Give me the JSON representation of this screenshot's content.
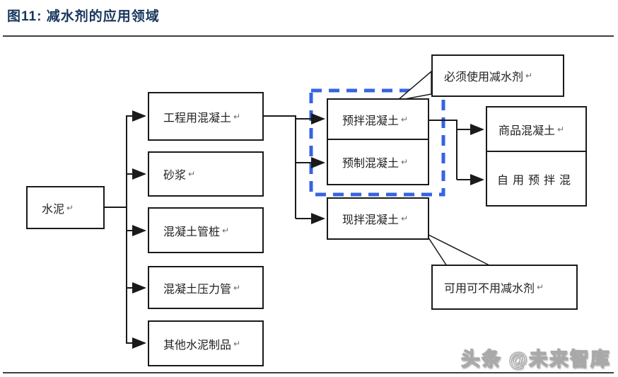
{
  "figure": {
    "title": "图11: 减水剂的应用领域",
    "watermark": "头条 @未来智库"
  },
  "colors": {
    "accent_blue": "#3563e2",
    "title_navy": "#17365d",
    "line_black": "#1a1a1a"
  },
  "nodes": {
    "cement": {
      "label": "水泥",
      "mark": "↵"
    },
    "engineering_concrete": {
      "label": "工程用混凝土",
      "mark": "↵"
    },
    "mortar": {
      "label": "砂浆",
      "mark": "↵"
    },
    "concrete_pipe_pile": {
      "label": "混凝土管桩",
      "mark": "↵"
    },
    "concrete_pressure_pipe": {
      "label": "混凝土压力管",
      "mark": "↵"
    },
    "other_cement_products": {
      "label": "其他水泥制品",
      "mark": "↵"
    },
    "ready_mixed_concrete": {
      "label": "预拌混凝土",
      "mark": "↵"
    },
    "precast_concrete": {
      "label": "预制混凝土",
      "mark": "↵"
    },
    "site_mixed_concrete": {
      "label": "现拌混凝土",
      "mark": "↵"
    },
    "commercial_concrete": {
      "label": "商品混凝土",
      "mark": "↵"
    },
    "self_use_ready_mix": {
      "label": "自用预拌混",
      "mark": ""
    }
  },
  "callouts": {
    "must_use": {
      "label": "必须使用减水剂",
      "mark": "↵"
    },
    "optional": {
      "label": "可用可不用减水剂",
      "mark": "↵"
    }
  }
}
